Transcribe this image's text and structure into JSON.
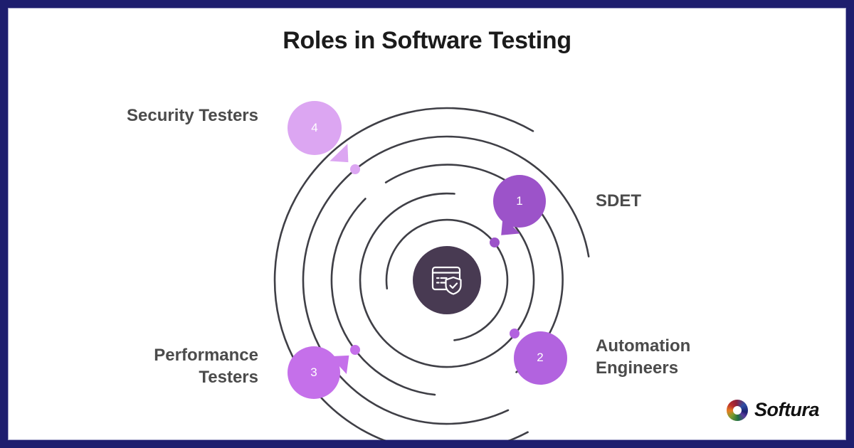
{
  "title": "Roles in Software Testing",
  "roles": [
    {
      "number": "1",
      "label": "SDET",
      "color": "#9C53C9"
    },
    {
      "number": "2",
      "label": "Automation Engineers",
      "color": "#B263DF"
    },
    {
      "number": "3",
      "label": "Performance Testers",
      "color": "#C570EA"
    },
    {
      "number": "4",
      "label": "Security Testers",
      "color": "#DCA6F2"
    }
  ],
  "center": {
    "icon": "test-plan-shield-check-icon",
    "circle_color": "#483A52"
  },
  "decor": {
    "arc_color": "#3F3F46",
    "border_color": "#1E1E6E"
  },
  "brand": {
    "name": "Softura"
  }
}
